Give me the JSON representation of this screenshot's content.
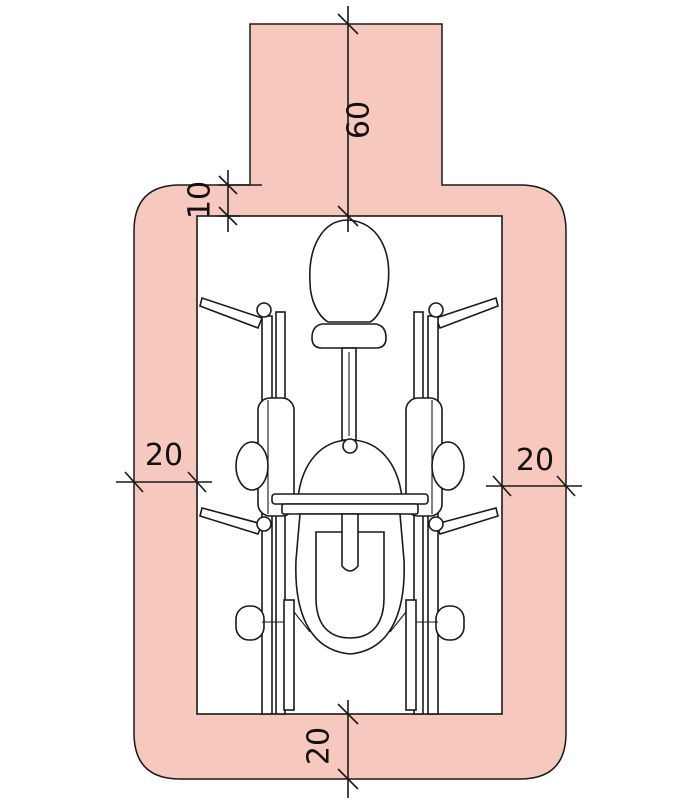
{
  "colors": {
    "clearance_fill": "#f7c8bd",
    "outline": "#1a1a1a",
    "background": "#ffffff"
  },
  "dimensions": {
    "top_extension": "60",
    "top_gap": "10",
    "left_side": "20",
    "right_side": "20",
    "bottom": "20"
  }
}
